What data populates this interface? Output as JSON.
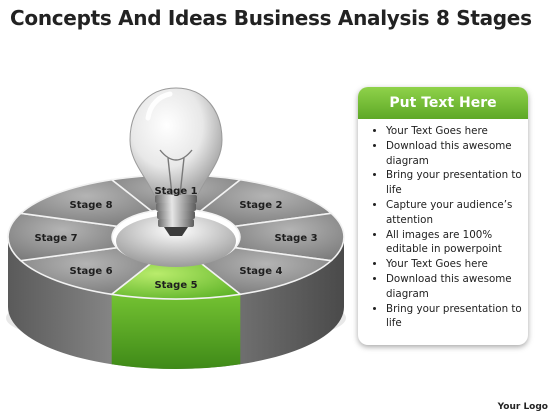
{
  "title": "Concepts And Ideas Business Analysis 8 Stages",
  "stages": [
    {
      "label": "Stage 1",
      "highlighted": false
    },
    {
      "label": "Stage 2",
      "highlighted": false
    },
    {
      "label": "Stage 3",
      "highlighted": false
    },
    {
      "label": "Stage 4",
      "highlighted": false
    },
    {
      "label": "Stage 5",
      "highlighted": true
    },
    {
      "label": "Stage 6",
      "highlighted": false
    },
    {
      "label": "Stage 7",
      "highlighted": false
    },
    {
      "label": "Stage 8",
      "highlighted": false
    }
  ],
  "center_icon": "light-bulb-icon",
  "panel": {
    "header": "Put Text Here",
    "items": [
      "Your Text Goes here",
      "Download this awesome diagram",
      "Bring your presentation to life",
      "Capture your audience’s attention",
      "All images are 100% editable in powerpoint",
      "Your Text Goes here",
      "Download this awesome diagram",
      "Bring your presentation to life"
    ]
  },
  "logo": "Your Logo",
  "colors": {
    "highlight": "#6cc22e",
    "segment": "#8f8f8f",
    "panel_header": "#72bf35",
    "text": "#222222"
  }
}
